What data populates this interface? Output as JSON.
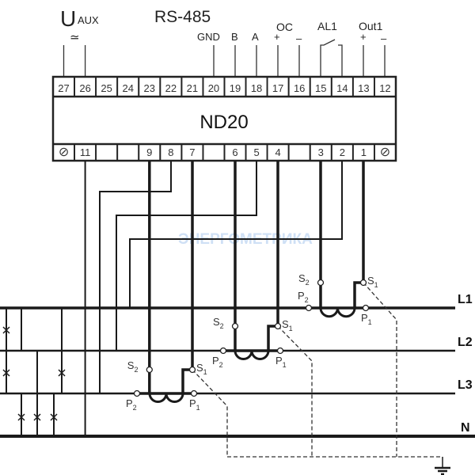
{
  "header": {
    "uaux_main": "U",
    "uaux_sub": "AUX",
    "uaux_symbol": "≃",
    "rs485": "RS-485",
    "gnd": "GND",
    "b": "B",
    "a": "A",
    "oc": "OC",
    "oc_plus": "+",
    "oc_minus": "–",
    "al1": "AL1",
    "out1": "Out1",
    "out1_plus": "+",
    "out1_minus": "–"
  },
  "device": {
    "name": "ND20"
  },
  "top_terminals": [
    "27",
    "26",
    "25",
    "24",
    "23",
    "22",
    "21",
    "20",
    "19",
    "18",
    "17",
    "16",
    "15",
    "14",
    "13",
    "12"
  ],
  "bottom_terminals": [
    "⊘",
    "11",
    "",
    "",
    "9",
    "8",
    "7",
    "",
    "6",
    "5",
    "4",
    "",
    "3",
    "2",
    "1",
    "⊘"
  ],
  "lines": {
    "l1": "L1",
    "l2": "L2",
    "l3": "L3",
    "n": "N"
  },
  "ct": {
    "s": "S",
    "p": "P",
    "one": "1",
    "two": "2"
  },
  "watermark": "ЭНЕРГОМЕТРИКА"
}
